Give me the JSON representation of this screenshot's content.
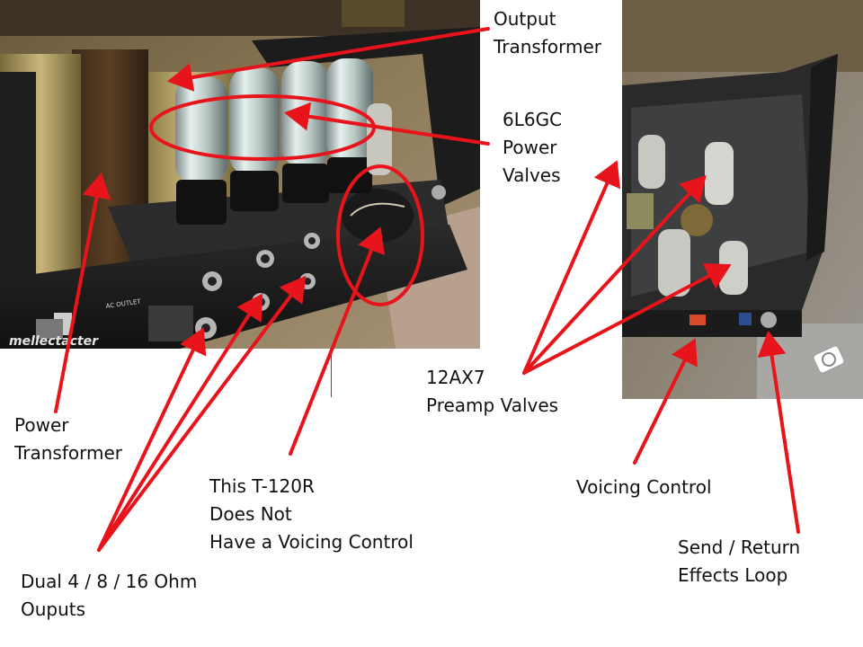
{
  "labels": {
    "output_transformer": "Output\nTransformer",
    "power_valves": "6L6GC\nPower\nValves",
    "preamp_valves": "12AX7\nPreamp Valves",
    "power_transformer": "Power\nTransformer",
    "no_voicing": "This T-120R\nDoes Not\nHave a Voicing Control",
    "voicing_control": "Voicing Control",
    "effects_loop": "Send / Return\nEffects Loop",
    "outputs": "Dual 4 / 8 / 16 Ohm\nOuputs"
  },
  "photo_text": {
    "watermark": "mellectacter",
    "ac_outlet": "AC OUTLET"
  },
  "colors": {
    "arrow": "#e8141b",
    "ellipse": "#e8141b",
    "label_text": "#111111"
  }
}
